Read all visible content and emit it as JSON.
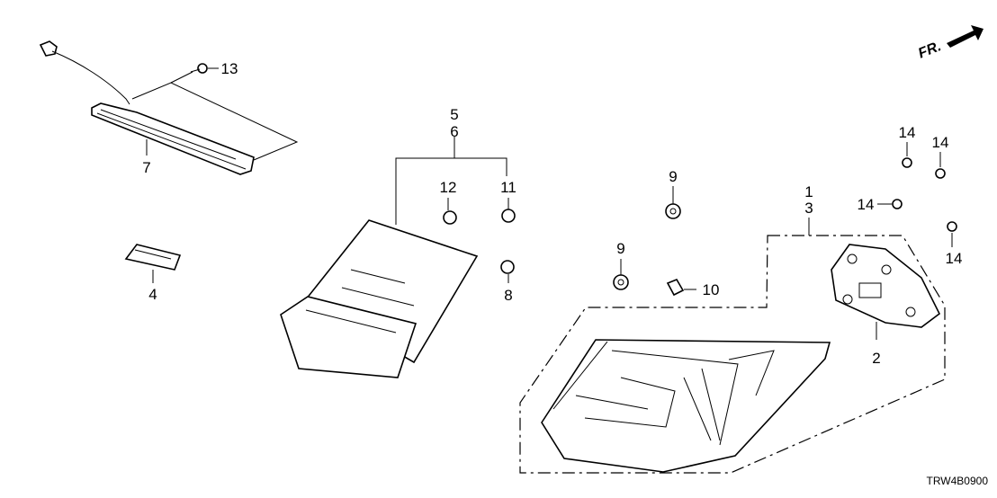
{
  "diagram": {
    "direction_marker": "FR.",
    "drawing_code": "TRW4B0900",
    "callouts": {
      "c1": "1",
      "c2": "2",
      "c3": "3",
      "c4": "4",
      "c5": "5",
      "c6": "6",
      "c7": "7",
      "c8": "8",
      "c9a": "9",
      "c9b": "9",
      "c10": "10",
      "c11": "11",
      "c12": "12",
      "c13": "13",
      "c14a": "14",
      "c14b": "14",
      "c14c": "14",
      "c14d": "14"
    }
  }
}
